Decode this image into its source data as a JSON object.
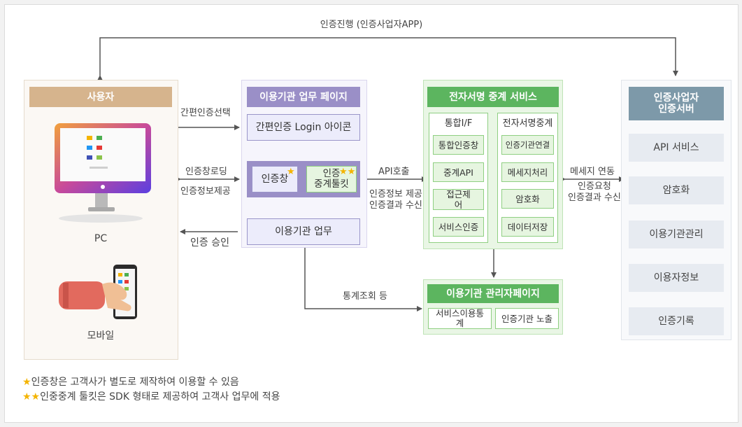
{
  "top_flow_label": "인증진행 (인증사업자APP)",
  "user_panel": {
    "title": "사용자",
    "pc_label": "PC",
    "mobile_label": "모바일"
  },
  "org_panel": {
    "title": "이용기관 업무 페이지",
    "login_icon_box": "간편인증 Login 아이콘",
    "auth_window": "인증창",
    "toolkit": "인증\n중계툴킷",
    "work_box": "이용기관 업무"
  },
  "relay_panel": {
    "title": "전자서명 중계 서비스",
    "left_col": {
      "title": "통합I/F",
      "items": [
        "통합인증창",
        "중계API",
        "접근제\n어",
        "서비스인증"
      ]
    },
    "right_col": {
      "title": "전자서명중계",
      "items": [
        "인증기관연결",
        "메세지처리",
        "암호화",
        "데이터저장"
      ]
    }
  },
  "admin_panel": {
    "title": "이용기관 관리자페이지",
    "items": [
      "서비스이용통\n계",
      "인증기관 노출"
    ]
  },
  "provider_panel": {
    "title": "인증사업자\n인증서버",
    "items": [
      "API 서비스",
      "암호화",
      "이용기관관리",
      "이용자정보",
      "인증기록"
    ]
  },
  "arrow_labels": {
    "simple_auth_select": "간편인증선택",
    "auth_window_loading": "인증창로딩",
    "auth_info_provide": "인증정보제공",
    "auth_approve": "인증 승인",
    "api_call": "API호출",
    "auth_info_result": "인증정보 제공\n인증결과 수신",
    "message_link": "메세지 연동",
    "auth_request_result": "인증요청\n인증결과 수신",
    "stats_query": "통계조회 등"
  },
  "notes": [
    {
      "stars": "★",
      "text": "인증창은 고객사가 별도로 제작하여 이용할 수 있음"
    },
    {
      "stars": "★★",
      "text": "인중중계 툴킷은 SDK 형태로 제공하여 고객사 업무에 적용"
    }
  ],
  "colors": {
    "user_header": "#d6b48d",
    "org_header": "#9a8fc7",
    "relay_header": "#5cb55f",
    "provider_header": "#7d99a9",
    "arrow": "#555555"
  }
}
